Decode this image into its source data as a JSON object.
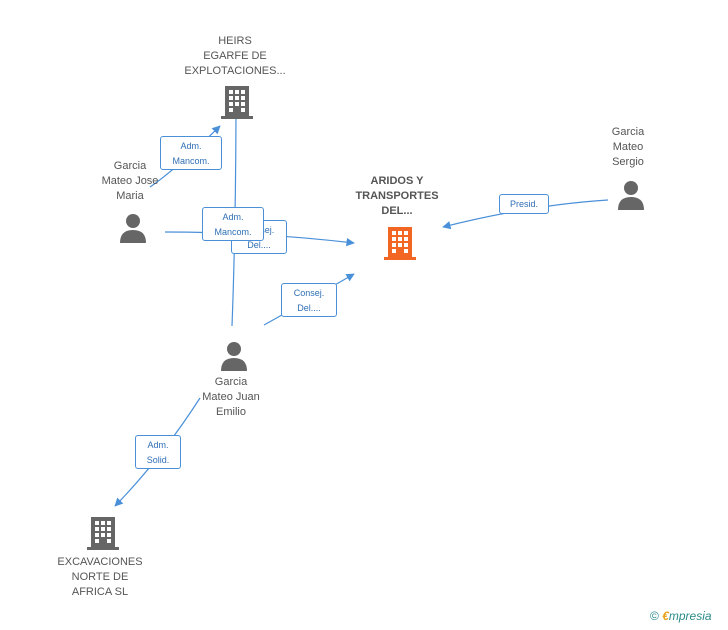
{
  "nodes": {
    "heirs": {
      "label": "HEIRS\nEGARFE DE\nEXPLOTACIONES...",
      "kind": "company",
      "color": "#666666"
    },
    "aridos": {
      "label": "ARIDOS Y\nTRANSPORTES\nDEL...",
      "kind": "company",
      "color": "#f26522"
    },
    "excavaciones": {
      "label": "EXCAVACIONES\nNORTE DE\nAFRICA SL",
      "kind": "company",
      "color": "#666666"
    },
    "jose_maria": {
      "label": "Garcia\nMateo Jose\nMaria",
      "kind": "person",
      "color": "#666666"
    },
    "sergio": {
      "label": "Garcia\nMateo\nSergio",
      "kind": "person",
      "color": "#666666"
    },
    "juan_emilio": {
      "label": "Garcia\nMateo Juan\nEmilio",
      "kind": "person",
      "color": "#666666"
    }
  },
  "roles": {
    "r1": "Adm.\nMancom.",
    "r2": "Consej.\nDel....",
    "r3": "Adm.\nMancom.",
    "r4": "Consej.\nDel....",
    "r5": "Presid.",
    "r6": "Adm.\nSolid."
  },
  "edge_color": "#4a90d9",
  "brand": {
    "copyright": "©",
    "e": "€",
    "rest": "mpresia"
  }
}
